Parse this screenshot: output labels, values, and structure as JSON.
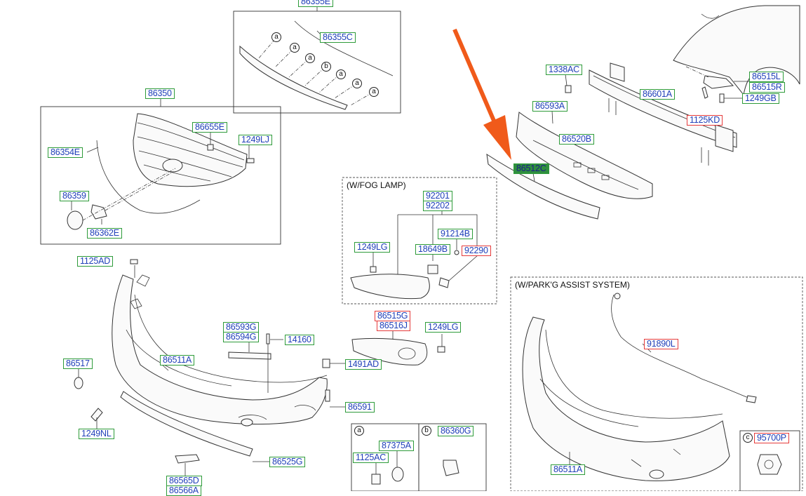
{
  "captions": {
    "fog_lamp": "(W/FOG LAMP)",
    "park_assist": "(W/PARK'G ASSIST SYSTEM)"
  },
  "callouts": {
    "a1": "a",
    "a2": "a",
    "a3": "a",
    "b1": "b",
    "a4": "a",
    "a5": "a",
    "a6": "a",
    "inset_a": "a",
    "inset_b": "b",
    "inset_c": "c"
  },
  "parts": {
    "p86355E": "86355E",
    "p86355C": "86355C",
    "p86350": "86350",
    "p86655E": "86655E",
    "p1249LJ": "1249LJ",
    "p86354E": "86354E",
    "p86359": "86359",
    "p86362E": "86362E",
    "p1338AC": "1338AC",
    "p86593A": "86593A",
    "p86601A": "86601A",
    "p86520B": "86520B",
    "p86512C": "86512C",
    "p1125KD": "1125KD",
    "p86515L": "86515L",
    "p86515R": "86515R",
    "p1249GB": "1249GB",
    "p92201": "92201",
    "p92202": "92202",
    "p91214B": "91214B",
    "p1249LG_a": "1249LG",
    "p18649B": "18649B",
    "p92290": "92290",
    "p1125AD": "1125AD",
    "p86593G": "86593G",
    "p86594G": "86594G",
    "p14160": "14160",
    "p86511A": "86511A",
    "p86517": "86517",
    "p86515G": "86515G",
    "p86516J": "86516J",
    "p1249LG_b": "1249LG",
    "p1491AD": "1491AD",
    "p86591": "86591",
    "p1249NL": "1249NL",
    "p86525G": "86525G",
    "p86565D": "86565D",
    "p86566A": "86566A",
    "p87375A": "87375A",
    "p1125AC": "1125AC",
    "p86360G": "86360G",
    "p91890L": "91890L",
    "p95700P": "95700P",
    "p86511A_b": "86511A"
  },
  "colors": {
    "label_border": "#2e9b3a",
    "label_text": "#1f3fb8",
    "label_border_highlight": "#e53b3b",
    "selected_fill": "#2f8f3e",
    "arrow": "#f05a1a"
  }
}
